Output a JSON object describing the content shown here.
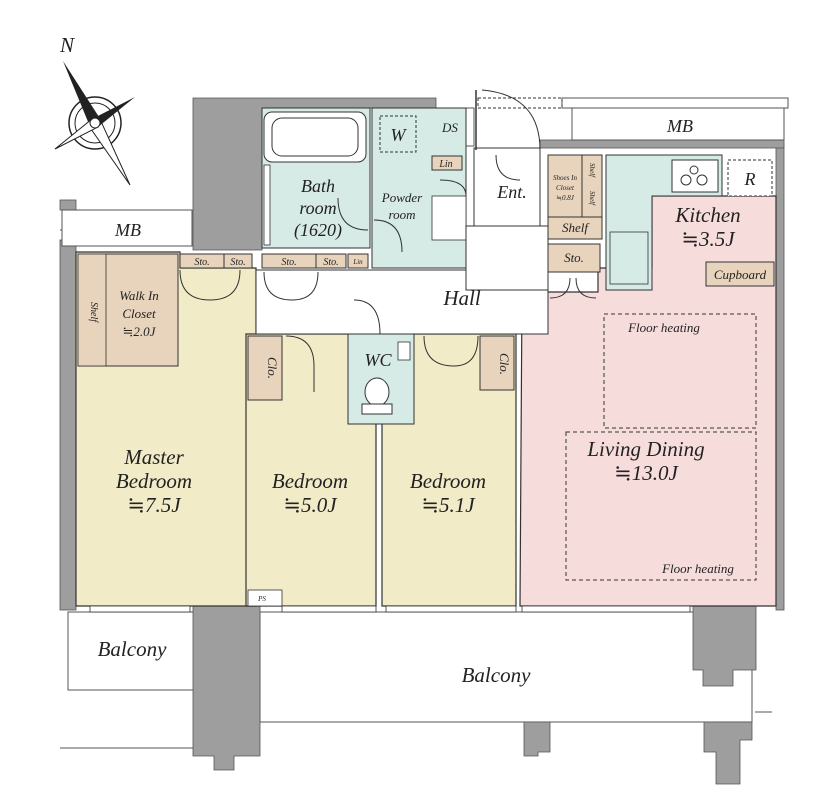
{
  "compass": {
    "north_label": "N"
  },
  "rooms": {
    "master_bedroom": {
      "line1": "Master",
      "line2": "Bedroom",
      "size": "≒7.5J"
    },
    "bedroom_a": {
      "name": "Bedroom",
      "size": "≒5.0J"
    },
    "bedroom_b": {
      "name": "Bedroom",
      "size": "≒5.1J"
    },
    "living": {
      "name": "Living Dining",
      "size": "≒13.0J"
    },
    "kitchen": {
      "name": "Kitchen",
      "size": "≒3.5J"
    },
    "bath": {
      "line1": "Bath",
      "line2": "room",
      "size": "(1620)"
    },
    "powder": {
      "line1": "Powder",
      "line2": "room"
    },
    "hall": "Hall",
    "wc": "WC",
    "entrance": "Ent.",
    "walk_in": {
      "line1": "Walk In",
      "line2": "Closet",
      "size": "≒2.0J"
    },
    "balcony_small": "Balcony",
    "balcony_main": "Balcony"
  },
  "labels": {
    "mb_top": "MB",
    "mb_left": "MB",
    "ds": "DS",
    "washer": "W",
    "linen": "Lin",
    "linen_small": "Lin",
    "refrigerator": "R",
    "cupboard": "Cupboard",
    "shelf": "Shelf",
    "shelf_vertical": "Shelf",
    "shelf_shoes": "Shelf",
    "shoes_closet": {
      "line1": "Shoes In",
      "line2": "Closet",
      "size": "≒0.8J"
    },
    "storage": "Sto.",
    "closet": "Clo.",
    "ps": "PS",
    "floor_heating_1": "Floor heating",
    "floor_heating_2": "Floor heating"
  },
  "colors": {
    "wall": "#9e9e9e",
    "bedroom": "#f2ebc7",
    "living": "#f7dcdc",
    "wet": "#d6ebe6",
    "storage": "#e8d4bc",
    "hall": "#ffffff",
    "line": "#333333"
  }
}
